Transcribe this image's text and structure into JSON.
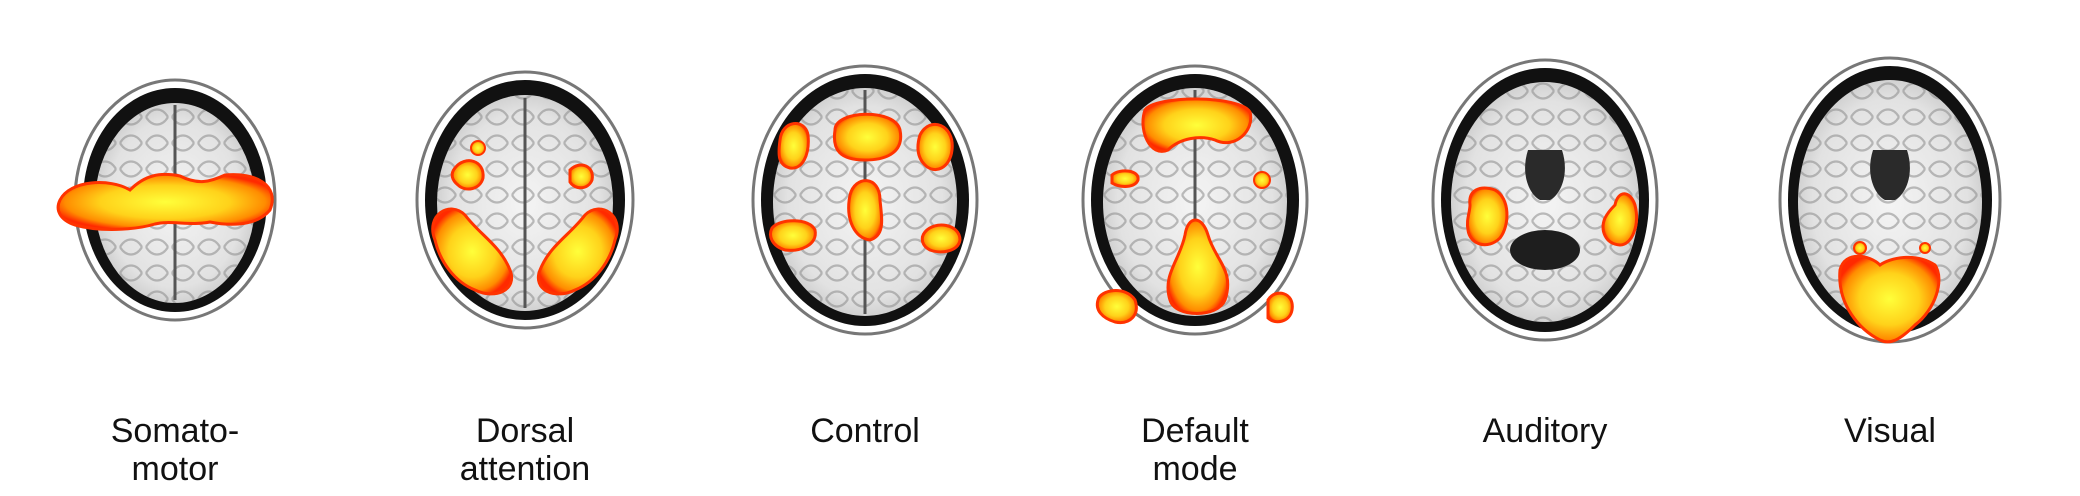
{
  "figure": {
    "panels": [
      {
        "id": "somatomotor",
        "label_lines": [
          "Somato-",
          "motor"
        ]
      },
      {
        "id": "dorsal-attention",
        "label_lines": [
          "Dorsal",
          "attention"
        ]
      },
      {
        "id": "control",
        "label_lines": [
          "Control",
          ""
        ]
      },
      {
        "id": "default-mode",
        "label_lines": [
          "Default",
          "mode"
        ]
      },
      {
        "id": "auditory",
        "label_lines": [
          "Auditory",
          ""
        ]
      },
      {
        "id": "visual",
        "label_lines": [
          "Visual",
          ""
        ]
      }
    ],
    "colors": {
      "activation_core": "#ffff3a",
      "activation_mid": "#ffb000",
      "activation_edge": "#ff2a00",
      "skull": "#000000",
      "brain_bg": "#eeeeee"
    }
  }
}
